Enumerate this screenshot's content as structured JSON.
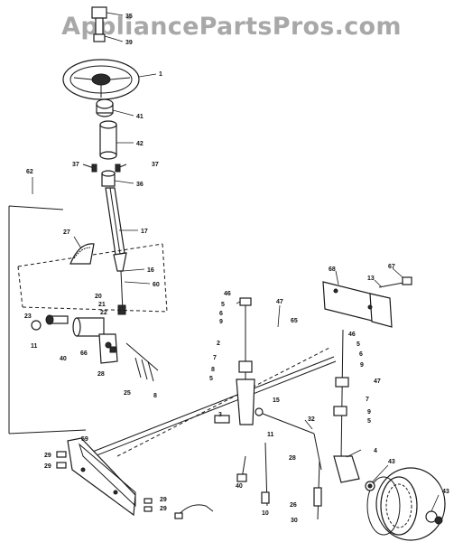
{
  "watermark": "AppliancePartsPros.com",
  "callouts": [
    {
      "id": "c35",
      "text": "35"
    },
    {
      "id": "c39",
      "text": "39"
    },
    {
      "id": "c1",
      "text": "1"
    },
    {
      "id": "c41",
      "text": "41"
    },
    {
      "id": "c42",
      "text": "42"
    },
    {
      "id": "c37a",
      "text": "37"
    },
    {
      "id": "c37b",
      "text": "37"
    },
    {
      "id": "c36",
      "text": "36"
    },
    {
      "id": "c62",
      "text": "62"
    },
    {
      "id": "c27",
      "text": "27"
    },
    {
      "id": "c17",
      "text": "17"
    },
    {
      "id": "c16",
      "text": "16"
    },
    {
      "id": "c60",
      "text": "60"
    },
    {
      "id": "c20",
      "text": "20"
    },
    {
      "id": "c21",
      "text": "21"
    },
    {
      "id": "c22",
      "text": "22"
    },
    {
      "id": "c23",
      "text": "23"
    },
    {
      "id": "c11a",
      "text": "11"
    },
    {
      "id": "c40a",
      "text": "40"
    },
    {
      "id": "c66",
      "text": "66"
    },
    {
      "id": "c28a",
      "text": "28"
    },
    {
      "id": "c25",
      "text": "25"
    },
    {
      "id": "c8a",
      "text": "8"
    },
    {
      "id": "c46a",
      "text": "46"
    },
    {
      "id": "c5a",
      "text": "5"
    },
    {
      "id": "c6a",
      "text": "6"
    },
    {
      "id": "c9a",
      "text": "9"
    },
    {
      "id": "c2",
      "text": "2"
    },
    {
      "id": "c7a",
      "text": "7"
    },
    {
      "id": "c8b",
      "text": "8"
    },
    {
      "id": "c5b",
      "text": "5"
    },
    {
      "id": "c47a",
      "text": "47"
    },
    {
      "id": "c65",
      "text": "65"
    },
    {
      "id": "c15",
      "text": "15"
    },
    {
      "id": "c46b",
      "text": "46"
    },
    {
      "id": "c5c",
      "text": "5"
    },
    {
      "id": "c6b",
      "text": "6"
    },
    {
      "id": "c9b",
      "text": "9"
    },
    {
      "id": "c47b",
      "text": "47"
    },
    {
      "id": "c7b",
      "text": "7"
    },
    {
      "id": "c9c",
      "text": "9"
    },
    {
      "id": "c5d",
      "text": "5"
    },
    {
      "id": "c4",
      "text": "4"
    },
    {
      "id": "c68",
      "text": "68"
    },
    {
      "id": "c13",
      "text": "13"
    },
    {
      "id": "c67",
      "text": "67"
    },
    {
      "id": "c3",
      "text": "3"
    },
    {
      "id": "c11b",
      "text": "11"
    },
    {
      "id": "c32",
      "text": "32"
    },
    {
      "id": "c40b",
      "text": "40"
    },
    {
      "id": "c28b",
      "text": "28"
    },
    {
      "id": "c10",
      "text": "10"
    },
    {
      "id": "c26",
      "text": "26"
    },
    {
      "id": "c30",
      "text": "30"
    },
    {
      "id": "c43a",
      "text": "43"
    },
    {
      "id": "c43b",
      "text": "43"
    },
    {
      "id": "c59",
      "text": "59"
    },
    {
      "id": "c29a",
      "text": "29"
    },
    {
      "id": "c29b",
      "text": "29"
    },
    {
      "id": "c29c",
      "text": "29"
    },
    {
      "id": "c29d",
      "text": "29"
    }
  ]
}
